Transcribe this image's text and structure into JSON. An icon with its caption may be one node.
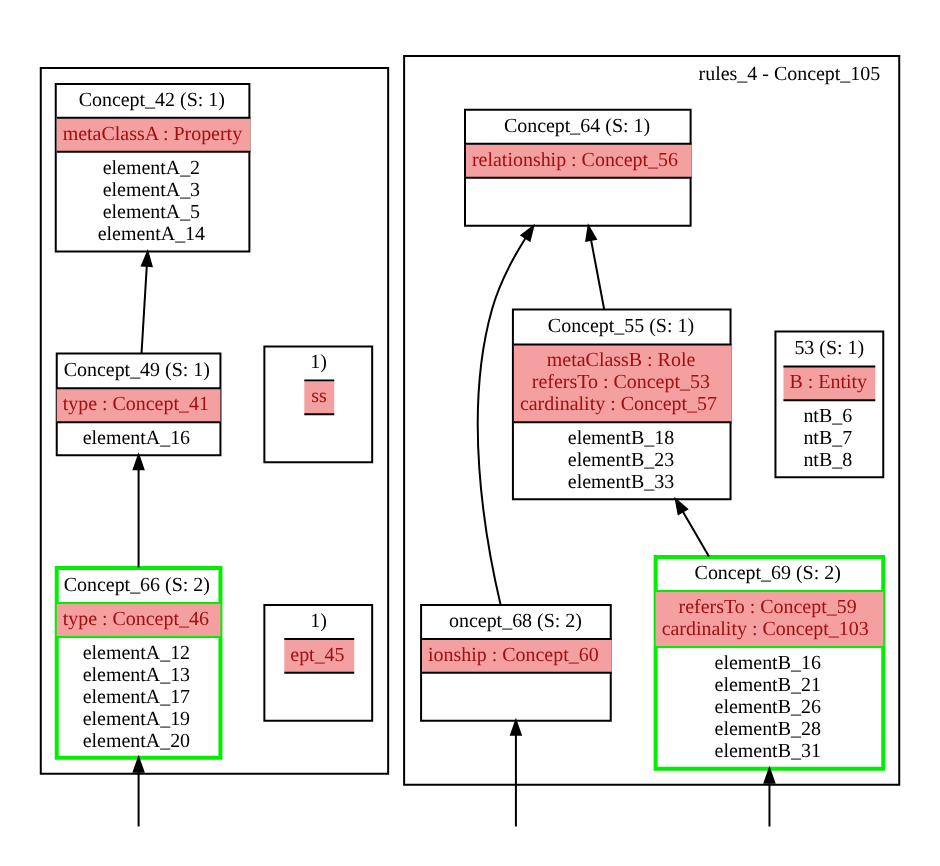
{
  "diagram": {
    "nodes": [
      {
        "text": [],
        "shape": "box"
      },
      {
        "text": [
          "Concept_42 (S: 1)",
          "metaClassA : Property",
          "elementA_2",
          "elementA_3",
          "elementA_5",
          "elementA_14"
        ],
        "in": 0
      },
      {
        "text": [
          "1)",
          "ss"
        ],
        "in": 0
      },
      {
        "text": [
          "Concept_49 (S: 1)",
          "type : Concept_41",
          "elementA_16"
        ],
        "in": 0
      },
      {
        "text": [
          "1)",
          "ept_45"
        ],
        "in": 0
      },
      {
        "text": [
          "Concept_66 (S: 2)",
          "type : Concept_46",
          "elementA_12",
          "elementA_13",
          "elementA_17",
          "elementA_19",
          "elementA_20"
        ],
        "in": 0
      },
      {
        "text": [
          "rules_4 - Concept_105"
        ]
      },
      {
        "text": [
          "Concept_64 (S: 1)",
          "relationship : Concept_56"
        ],
        "in": 6
      },
      {
        "text": [
          "53 (S: 1)",
          "B : Entity",
          "ntB_6",
          "ntB_7",
          "ntB_8"
        ],
        "in": 6
      },
      {
        "text": [
          "Concept_55 (S: 1)",
          "metaClassB : Role",
          "refersTo : Concept_53",
          "cardinality : Concept_57",
          "elementB_18",
          "elementB_23",
          "elementB_33"
        ],
        "in": 6
      },
      {
        "text": [
          "oncept_68 (S: 2)",
          "ionship : Concept_60"
        ],
        "in": 6
      },
      {
        "text": [
          "Concept_69 (S: 2)",
          "refersTo : Concept_59",
          "cardinality : Concept_103",
          "elementB_16",
          "elementB_21",
          "elementB_26",
          "elementB_28",
          "elementB_31"
        ],
        "in": 6
      }
    ],
    "edges": [
      {
        "from": 3,
        "to": 1,
        "arrow": "to"
      },
      {
        "from": 5,
        "to": 3,
        "arrow": "to"
      },
      {
        "from": null,
        "to": 5,
        "arrow": "to"
      },
      {
        "from": 9,
        "to": 7,
        "arrow": "to"
      },
      {
        "from": 10,
        "to": 7,
        "arrow": "to"
      },
      {
        "from": 11,
        "to": 9,
        "arrow": "to"
      },
      {
        "from": null,
        "to": 10,
        "arrow": "to"
      },
      {
        "from": null,
        "to": 11,
        "arrow": "to"
      }
    ]
  }
}
